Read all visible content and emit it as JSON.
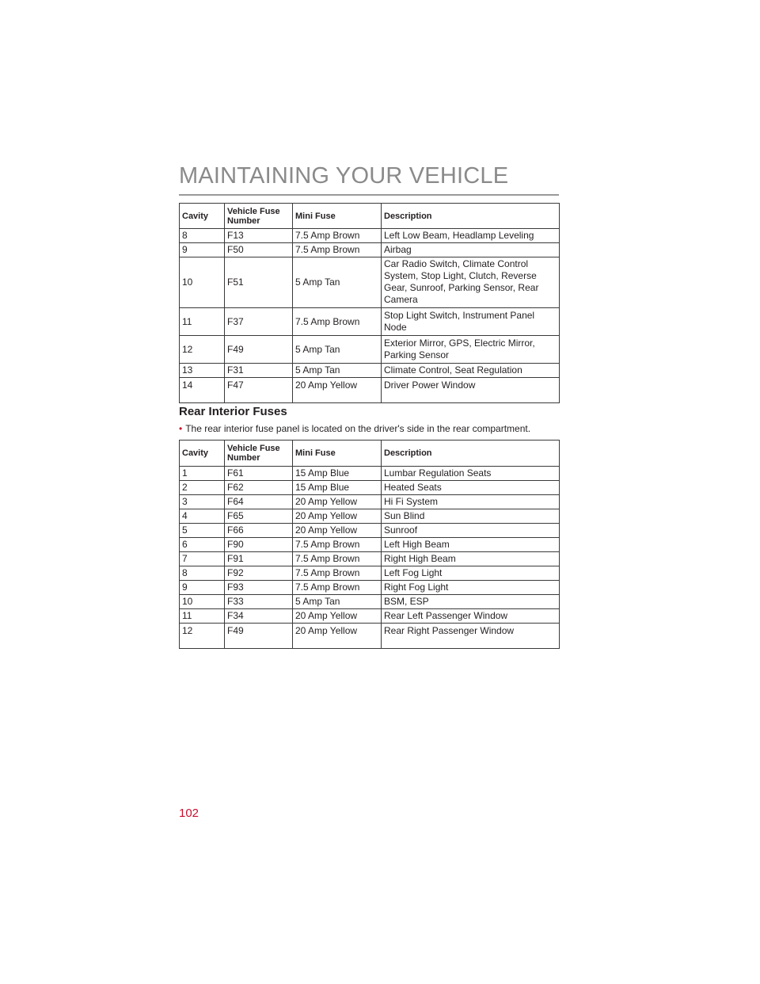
{
  "header": {
    "title": "MAINTAINING YOUR VEHICLE"
  },
  "columns": [
    "Cavity",
    "Vehicle Fuse Number",
    "Mini Fuse",
    "Description"
  ],
  "table1": {
    "rows": [
      [
        "8",
        "F13",
        "7.5 Amp Brown",
        "Left Low Beam, Headlamp Leveling"
      ],
      [
        "9",
        "F50",
        "7.5 Amp Brown",
        "Airbag"
      ],
      [
        "10",
        "F51",
        "5 Amp Tan",
        "Car Radio Switch, Climate Control System, Stop Light, Clutch, Reverse Gear, Sunroof, Parking Sensor, Rear Camera"
      ],
      [
        "11",
        "F37",
        "7.5 Amp Brown",
        "Stop Light Switch, Instrument Panel Node"
      ],
      [
        "12",
        "F49",
        "5 Amp Tan",
        "Exterior Mirror, GPS, Electric Mirror, Parking Sensor"
      ],
      [
        "13",
        "F31",
        "5 Amp Tan",
        "Climate Control, Seat Regulation"
      ],
      [
        "14",
        "F47",
        "20 Amp Yellow",
        "Driver Power Window"
      ]
    ]
  },
  "section": {
    "title": "Rear Interior Fuses",
    "bullet": "The rear interior fuse panel is located on the driver's side in the rear compartment."
  },
  "table2": {
    "rows": [
      [
        "1",
        "F61",
        "15 Amp Blue",
        "Lumbar Regulation Seats"
      ],
      [
        "2",
        "F62",
        "15 Amp Blue",
        "Heated Seats"
      ],
      [
        "3",
        "F64",
        "20 Amp Yellow",
        "Hi Fi System"
      ],
      [
        "4",
        "F65",
        "20 Amp Yellow",
        "Sun Blind"
      ],
      [
        "5",
        "F66",
        "20 Amp Yellow",
        "Sunroof"
      ],
      [
        "6",
        "F90",
        "7.5 Amp Brown",
        "Left High Beam"
      ],
      [
        "7",
        "F91",
        "7.5 Amp Brown",
        "Right High Beam"
      ],
      [
        "8",
        "F92",
        "7.5 Amp Brown",
        "Left Fog Light"
      ],
      [
        "9",
        "F93",
        "7.5 Amp Brown",
        "Right Fog Light"
      ],
      [
        "10",
        "F33",
        "5 Amp Tan",
        "BSM, ESP"
      ],
      [
        "11",
        "F34",
        "20 Amp Yellow",
        "Rear Left Passenger Window"
      ],
      [
        "12",
        "F49",
        "20 Amp Yellow",
        "Rear Right Passenger Window"
      ]
    ]
  },
  "page_number": "102",
  "colors": {
    "accent": "#c8102e",
    "header_gray": "#8a8a8a",
    "text": "#231f20"
  }
}
